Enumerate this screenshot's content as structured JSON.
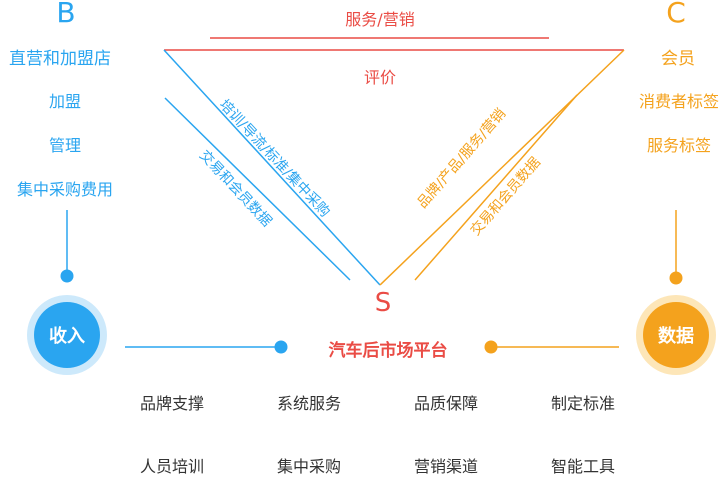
{
  "left": {
    "letter": "B",
    "title": "直营和加盟店",
    "items": [
      "加盟",
      "管理",
      "集中采购费用"
    ],
    "circle_label": "收入"
  },
  "right": {
    "letter": "C",
    "title": "会员",
    "items": [
      "消费者标签",
      "服务标签"
    ],
    "circle_label": "数据"
  },
  "top": {
    "label": "服务/营销",
    "inner_label": "评价"
  },
  "center": {
    "letter": "S",
    "title": "汽车后市场平台"
  },
  "left_edge_labels": [
    "培训/导流/标准/集中采购",
    "交易和会员数据"
  ],
  "right_edge_labels": [
    "品牌/产品/服务/营销",
    "交易和会员数据"
  ],
  "services": [
    [
      "品牌支撑",
      "系统服务",
      "品质保障",
      "制定标准"
    ],
    [
      "人员培训",
      "集中采购",
      "营销渠道",
      "智能工具"
    ]
  ],
  "colors": {
    "blue": "#2aa5f0",
    "red": "#ea4c45",
    "orange": "#f4a21d"
  }
}
